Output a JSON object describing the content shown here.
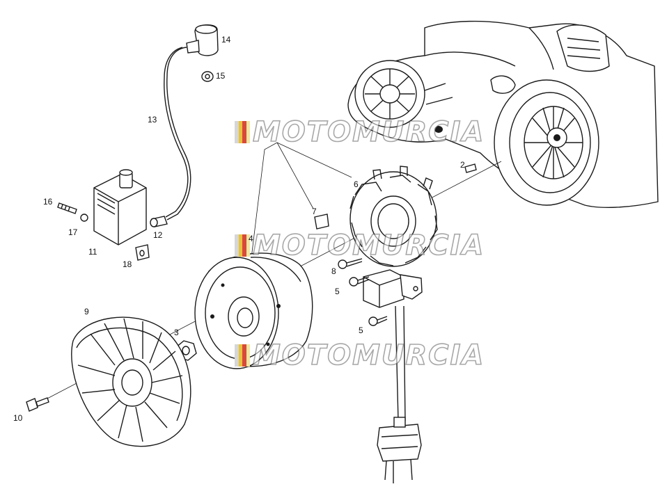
{
  "watermark": {
    "text": "MOTOMURCIA",
    "flag_colors": [
      "#d6d6d6",
      "#e8c43a",
      "#d84a3a",
      "#f2e6a0"
    ]
  },
  "part_labels": [
    {
      "id": "14",
      "text": "14"
    },
    {
      "id": "15",
      "text": "15"
    },
    {
      "id": "13",
      "text": "13"
    },
    {
      "id": "2",
      "text": "2"
    },
    {
      "id": "6",
      "text": "6"
    },
    {
      "id": "16",
      "text": "16"
    },
    {
      "id": "7",
      "text": "7"
    },
    {
      "id": "17",
      "text": "17"
    },
    {
      "id": "12",
      "text": "12"
    },
    {
      "id": "11",
      "text": "11"
    },
    {
      "id": "18",
      "text": "18"
    },
    {
      "id": "8",
      "text": "8"
    },
    {
      "id": "5a",
      "text": "5"
    },
    {
      "id": "9",
      "text": "9"
    },
    {
      "id": "3",
      "text": "3"
    },
    {
      "id": "5b",
      "text": "5"
    },
    {
      "id": "10",
      "text": "10"
    },
    {
      "id": "4",
      "text": "4"
    }
  ]
}
